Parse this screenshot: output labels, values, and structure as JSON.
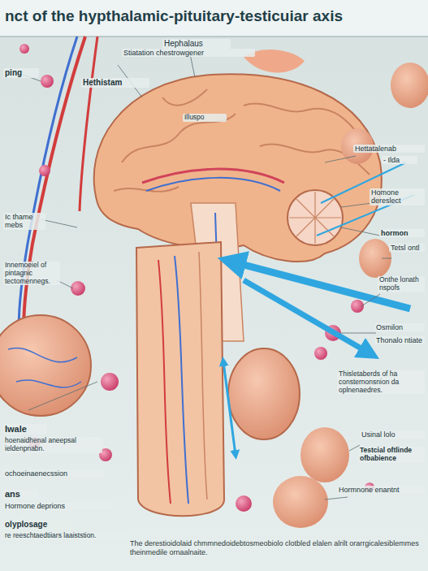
{
  "diagram": {
    "title": "nct of the hypthalamic-pituitary-testicuiar axis",
    "caption": "The derestioidolaid chmmnedoidebtosmeobiolo clotbled elalen alrilt orarrgicalesiblemmes theinmedile ornaalnaite.",
    "labels": [
      "Hephalaus",
      "Stiatation chestrowgener",
      "Hethistam",
      "ping",
      "Ic thame mebs",
      "Innemoeiel of pintagnic tectomennegs.",
      "Iwale",
      "hoenaidhenal aneepsal ieldenpnabn.",
      "ochoeinaenecssion",
      "ans",
      "Hormone deprions",
      "olyplosage",
      "re reeschtaedtiiars laaiststion.",
      "Illuspo",
      "Hettatalenab",
      "- Ilda",
      "Homone dereslect",
      "hormon",
      "Tetsl ontl",
      "Onthe lonath nspofs",
      "Osmilon",
      "Thonalo ntiate",
      "Thisletaberds of ha consternonsnion da oplnenaedres.",
      "Usinal lolo",
      "Testcial oftlinde ofbabience",
      "Hormnone enantnt"
    ]
  }
}
